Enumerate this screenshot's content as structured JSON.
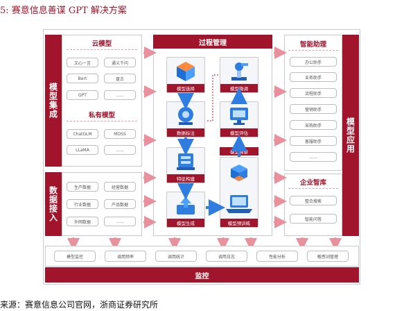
{
  "caption": "5:  赛意信息善谋 GPT 解决方案",
  "source": "来源：赛意信息公司官网，浙商证券研究所",
  "left": {
    "model_section_label": "模型集成",
    "cloud_title": "云模型",
    "cloud_items": [
      "文心一言",
      "通义千问",
      "Bert",
      "盘古",
      "GPT",
      "......"
    ],
    "private_title": "私有模型",
    "private_items": [
      "ChatGLM",
      "MOSS",
      "LLaMA",
      "......"
    ],
    "data_section_label": "数据接入",
    "data_items": [
      "生产数据",
      "经营数据",
      "行业数据",
      "产品数据",
      "外网数据",
      "......"
    ]
  },
  "process": {
    "title": "过程管理",
    "steps": [
      "模型选择",
      "数据标注",
      "特征构建",
      "模型生成",
      "模型微调",
      "模型评估",
      "模型调整",
      "模型预训练"
    ]
  },
  "right": {
    "assistant_title": "智能助理",
    "assistants": [
      "办公助手",
      "业务助手",
      "流程助手",
      "营销助手",
      "采购助手",
      "客服助手",
      "......"
    ],
    "kb_title": "企业智库",
    "kb_items": [
      "整合搜索",
      "智能问答"
    ],
    "app_label": "模型应用"
  },
  "monitor": {
    "items": [
      "模型监控",
      "调用频率",
      "调用统计",
      "调用日志",
      "性能分析",
      "敏感词管理"
    ],
    "title": "监控"
  },
  "colors": {
    "brand": "#a0142c",
    "arrow": "#e8909c",
    "process_blue": "#2f7de0"
  }
}
